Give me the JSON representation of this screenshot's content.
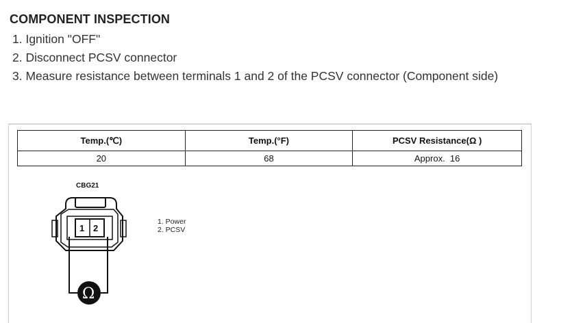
{
  "heading": "COMPONENT INSPECTION",
  "steps": [
    "1. Ignition \"OFF\"",
    "2. Disconnect PCSV connector",
    "3. Measure resistance between terminals 1 and 2 of the PCSV connector (Component side)"
  ],
  "table": {
    "headers": [
      "Temp.(℃)",
      "Temp.(°F)",
      "PCSV Resistance(Ω )"
    ],
    "rows": [
      [
        "20",
        "68",
        "Approx.  16"
      ]
    ]
  },
  "connector": {
    "code": "CBG21",
    "pin_1": "1",
    "pin_2": "2",
    "legend": [
      "1. Power",
      "2. PCSV"
    ],
    "meter_symbol": "Ω"
  }
}
